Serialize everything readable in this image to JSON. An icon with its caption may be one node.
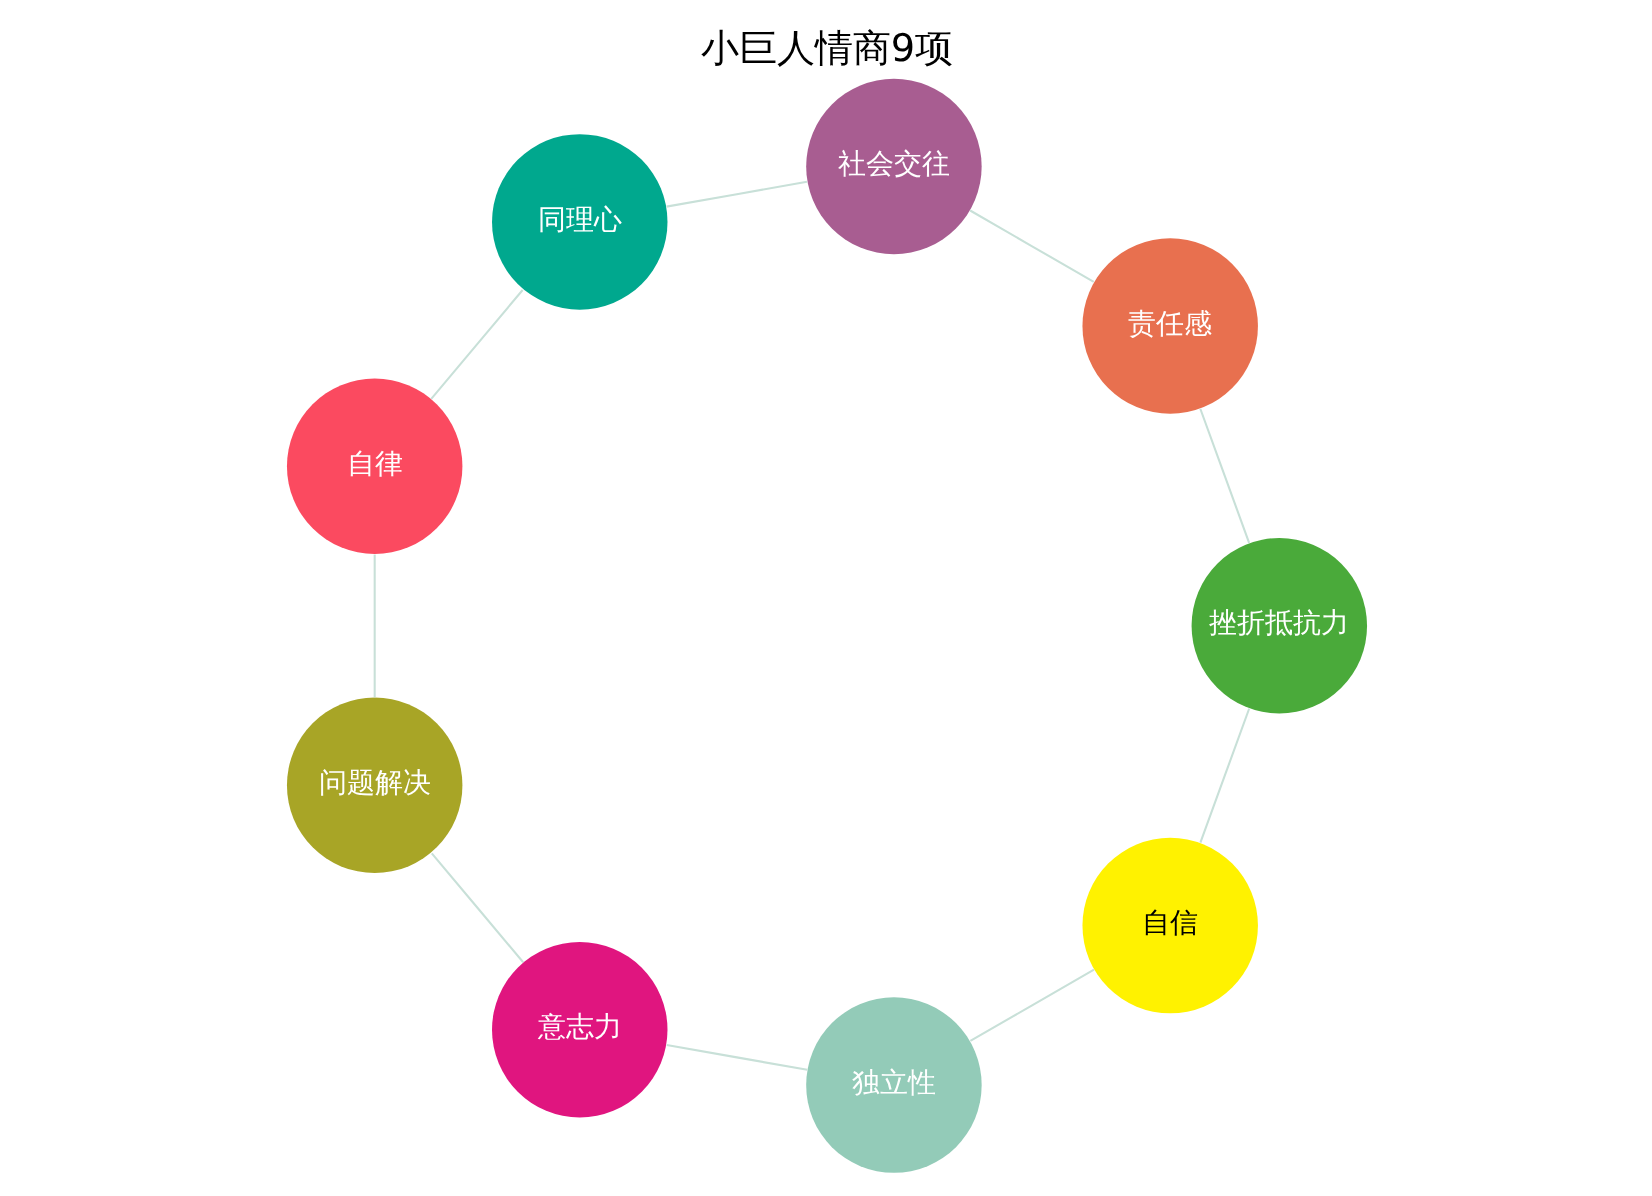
{
  "diagram": {
    "title": "小巨人情商9项",
    "nodes": [
      {
        "text": [
          "自信"
        ]
      },
      {
        "text": [
          "独立性"
        ]
      },
      {
        "text": [
          "意志力"
        ]
      },
      {
        "text": [
          "问题解决"
        ]
      },
      {
        "text": [
          "自律"
        ]
      },
      {
        "text": [
          "同理心"
        ]
      },
      {
        "text": [
          "社会交往"
        ]
      },
      {
        "text": [
          "责任感"
        ]
      },
      {
        "text": [
          "挫折抵抗力"
        ]
      }
    ],
    "edges": [
      {
        "from": 0,
        "to": 1,
        "arrow": "none"
      },
      {
        "from": 1,
        "to": 2,
        "arrow": "none"
      },
      {
        "from": 2,
        "to": 3,
        "arrow": "none"
      },
      {
        "from": 3,
        "to": 4,
        "arrow": "none"
      },
      {
        "from": 4,
        "to": 5,
        "arrow": "none"
      },
      {
        "from": 5,
        "to": 6,
        "arrow": "none"
      },
      {
        "from": 6,
        "to": 7,
        "arrow": "none"
      },
      {
        "from": 7,
        "to": 8,
        "arrow": "none"
      },
      {
        "from": 8,
        "to": 0,
        "arrow": "none"
      }
    ]
  }
}
